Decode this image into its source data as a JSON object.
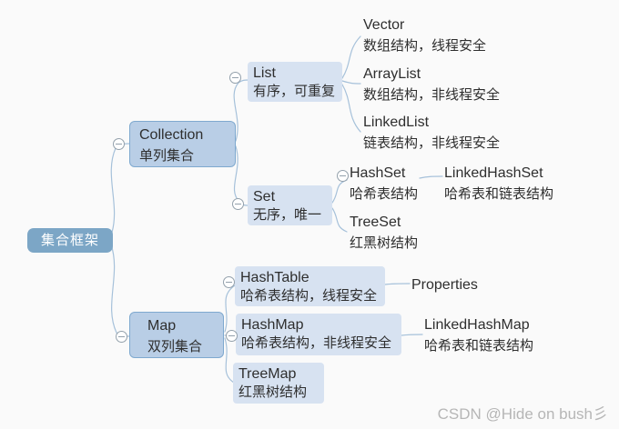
{
  "colors": {
    "page_bg": "#fafafa",
    "root_bg": "#7ca6c6",
    "root_text": "#ffffff",
    "level2_bg": "#b9cee6",
    "level2_border": "#7fa9cf",
    "level3_bg": "#d7e2f1",
    "node_text": "#2e2e2e",
    "line": "#a6c1da",
    "toggle": "#93a0ab",
    "watermark": "#b6b6b6"
  },
  "icons": {
    "collapse_toggle": "minus-circle"
  },
  "root": {
    "label": "集合框架"
  },
  "nodes": {
    "collection": {
      "title": "Collection",
      "subtitle": "单列集合"
    },
    "map": {
      "title": "Map",
      "subtitle": "双列集合"
    },
    "list": {
      "title": "List",
      "subtitle": "有序，可重复"
    },
    "set": {
      "title": "Set",
      "subtitle": "无序，唯一"
    },
    "vector": {
      "title": "Vector",
      "subtitle": "数组结构，线程安全"
    },
    "arraylist": {
      "title": "ArrayList",
      "subtitle": "数组结构，非线程安全"
    },
    "linkedlist": {
      "title": "LinkedList",
      "subtitle": "链表结构，非线程安全"
    },
    "hashset": {
      "title": "HashSet",
      "subtitle": "哈希表结构"
    },
    "linkedhashset": {
      "title": "LinkedHashSet",
      "subtitle": "哈希表和链表结构"
    },
    "treeset": {
      "title": "TreeSet",
      "subtitle": "红黑树结构"
    },
    "hashtable": {
      "title": "HashTable",
      "subtitle": "哈希表结构，线程安全"
    },
    "properties": {
      "title": "Properties",
      "subtitle": ""
    },
    "hashmap": {
      "title": "HashMap",
      "subtitle": "哈希表结构，非线程安全"
    },
    "linkedhashmap": {
      "title": "LinkedHashMap",
      "subtitle": "哈希表和链表结构"
    },
    "treemap": {
      "title": "TreeMap",
      "subtitle": "红黑树结构"
    }
  },
  "watermark": "CSDN @Hide on bush彡"
}
